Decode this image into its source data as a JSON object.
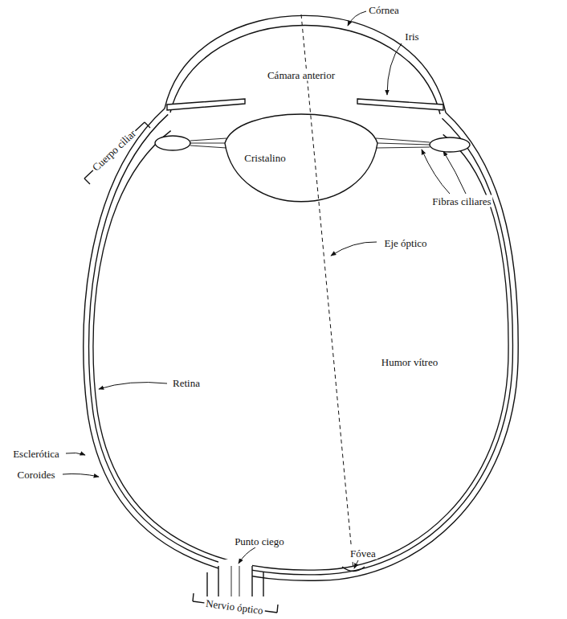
{
  "diagram": {
    "labels": [
      "Córnea",
      "Iris",
      "Cuerpo ciliar",
      "Cámara anterior",
      "Cristalino",
      "Fibras ciliares",
      "Eje óptico",
      "Humor vítreo",
      "Retina",
      "Esclerótica",
      "Coroides",
      "Punto ciego",
      "Fóvea",
      "Nervio óptico"
    ]
  }
}
